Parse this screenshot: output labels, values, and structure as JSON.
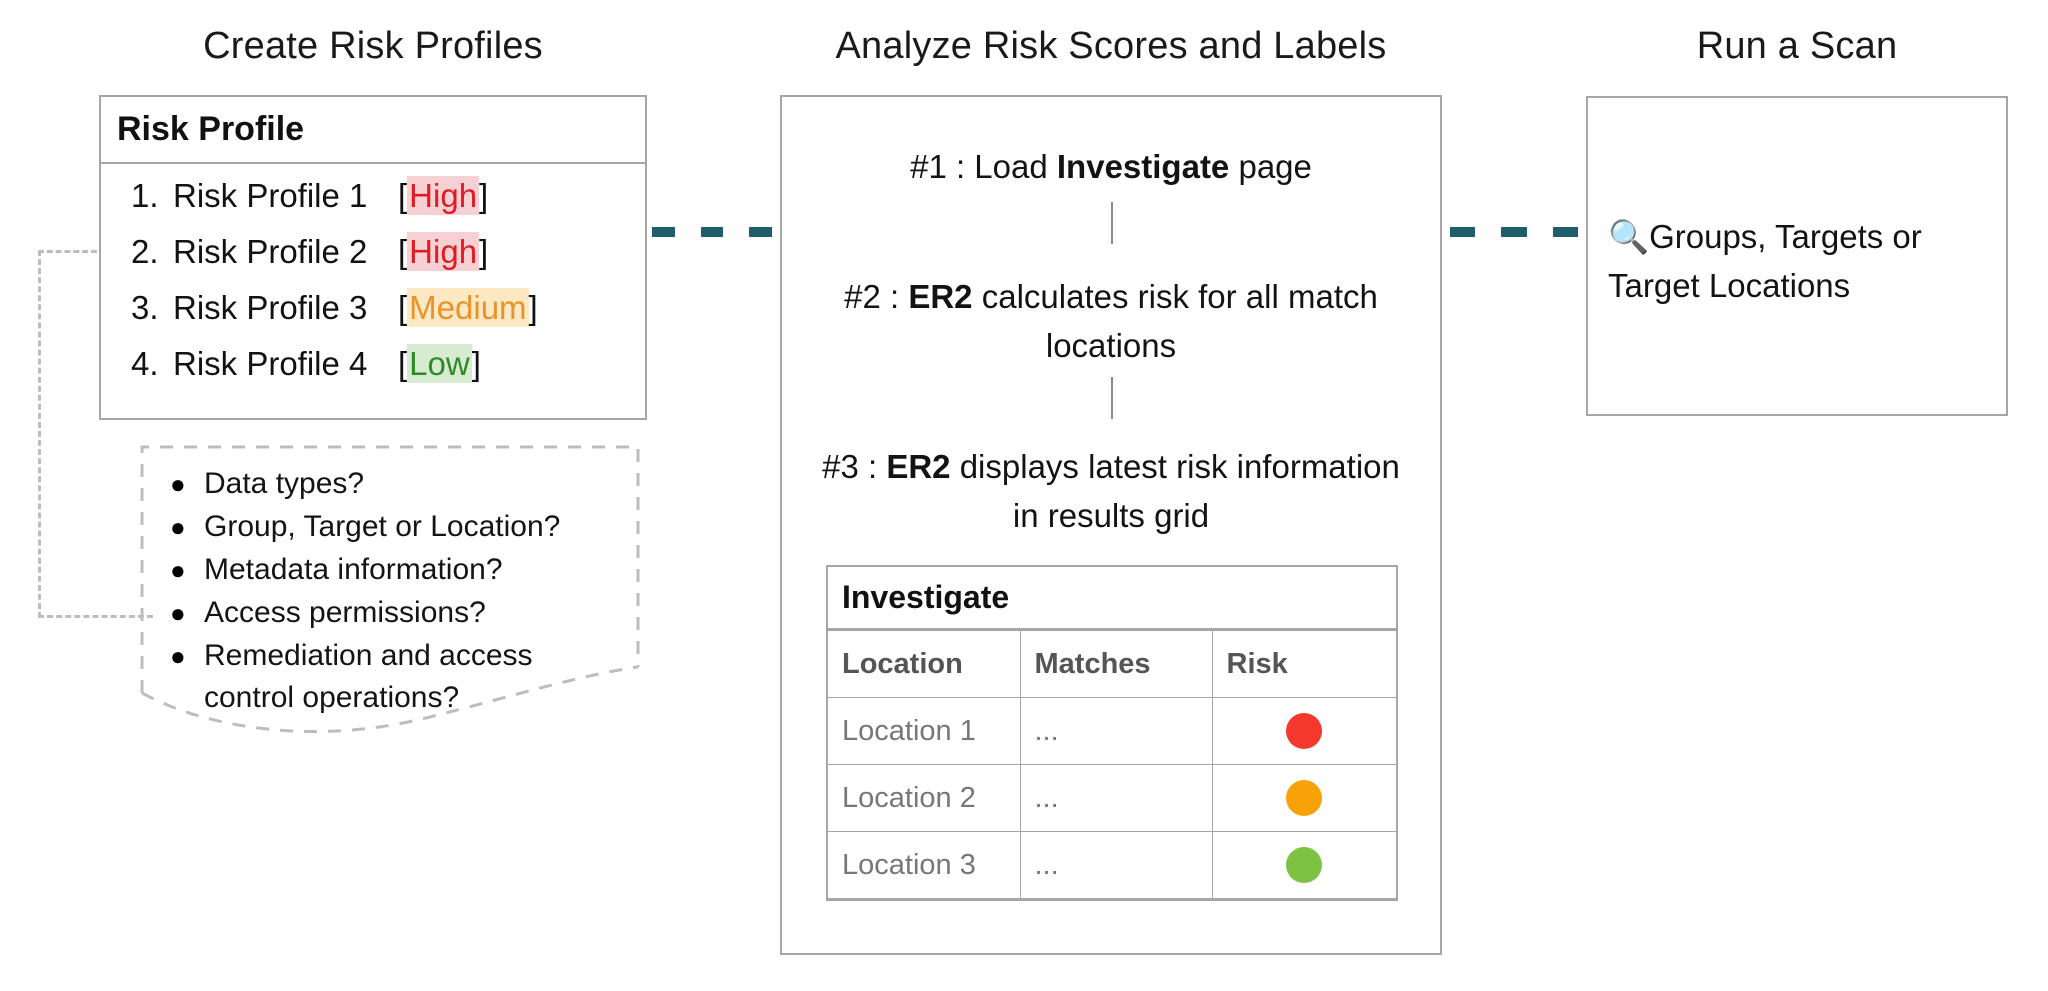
{
  "columns": {
    "left_title": "Create Risk Profiles",
    "middle_title": "Analyze Risk Scores and Labels",
    "right_title": "Run a Scan"
  },
  "risk_profile_card": {
    "header": "Risk Profile",
    "rows": [
      {
        "num": "1.",
        "name": "Risk Profile 1",
        "open": "[",
        "severity": "High",
        "close": "]",
        "severity_class": "sev-high",
        "color": "#e01b24",
        "highlight": "#f6d0d2"
      },
      {
        "num": "2.",
        "name": "Risk Profile 2",
        "open": "[",
        "severity": "High",
        "close": "]",
        "severity_class": "sev-high",
        "color": "#e01b24",
        "highlight": "#f6d0d2"
      },
      {
        "num": "3.",
        "name": "Risk Profile 3",
        "open": "[",
        "severity": "Medium",
        "close": "]",
        "severity_class": "sev-medium",
        "color": "#e8942a",
        "highlight": "#fce8c3"
      },
      {
        "num": "4.",
        "name": "Risk Profile 4",
        "open": "[",
        "severity": "Low",
        "close": "]",
        "severity_class": "sev-low",
        "color": "#2e8b29",
        "highlight": "#d6ebcf"
      }
    ]
  },
  "callout": {
    "bullet_glyph": "●",
    "items": [
      "Data types?",
      "Group, Target or Location?",
      "Metadata information?",
      "Access permissions?",
      "Remediation and access control operations?"
    ]
  },
  "flow": {
    "step1": {
      "prefix": "#1 : Load ",
      "bold": "Investigate",
      "suffix": " page"
    },
    "step2": {
      "prefix": "#2 : ",
      "bold": "ER2",
      "suffix": " calculates risk for all match locations"
    },
    "step3": {
      "prefix": "#3 : ",
      "bold": "ER2",
      "suffix": " displays latest risk information in results grid"
    }
  },
  "investigate_grid": {
    "title": "Investigate",
    "headers": [
      "Location",
      "Matches",
      "Risk"
    ],
    "rows": [
      {
        "location": "Location 1",
        "matches": "...",
        "risk": "high",
        "risk_color": "#f5382c",
        "dot_class": "dot-red"
      },
      {
        "location": "Location 2",
        "matches": "...",
        "risk": "medium",
        "risk_color": "#f9a208",
        "dot_class": "dot-orange"
      },
      {
        "location": "Location 3",
        "matches": "...",
        "risk": "low",
        "risk_color": "#7dc242",
        "dot_class": "dot-green"
      }
    ]
  },
  "scan_panel": {
    "icon": "🔍",
    "text": "Groups, Targets or Target Locations"
  },
  "connectors": {
    "color": "#1f5f6b",
    "leader_color": "#bdbdbd",
    "dash_count": 3
  }
}
